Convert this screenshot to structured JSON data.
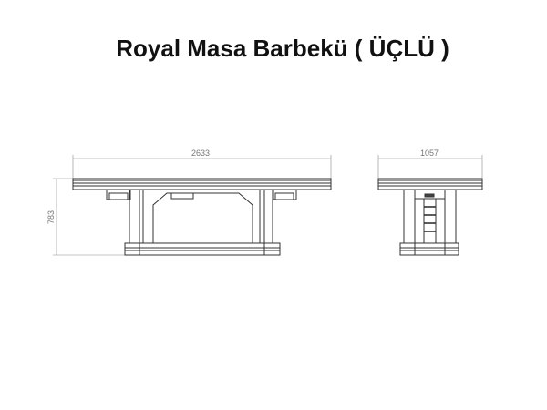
{
  "title": "Royal Masa Barbekü ( ÜÇLÜ )",
  "front_view": {
    "width_label": "2633",
    "height_label": "783"
  },
  "side_view": {
    "width_label": "1057"
  }
}
